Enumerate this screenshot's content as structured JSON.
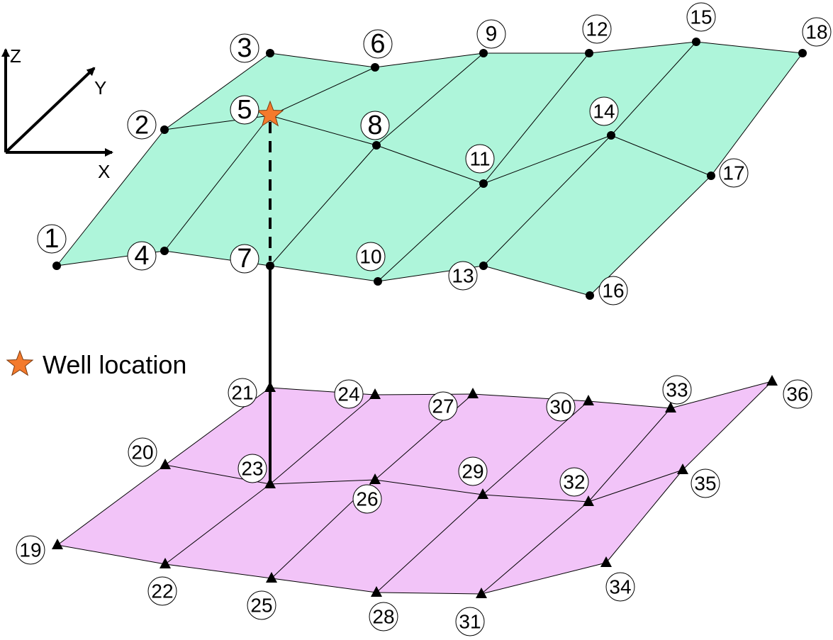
{
  "axes": {
    "z_label": "Z",
    "y_label": "Y",
    "x_label": "X"
  },
  "legend": {
    "label": "Well location",
    "icon": "star-icon",
    "color": "#f47a2c"
  },
  "colors": {
    "upper_surface": "#aef5da",
    "lower_surface": "#f2c4f8",
    "line": "#000000",
    "well_star": "#f47a2c"
  },
  "upper_nodes": [
    "1",
    "2",
    "3",
    "4",
    "5",
    "6",
    "7",
    "8",
    "9",
    "10",
    "11",
    "12",
    "13",
    "14",
    "15",
    "16",
    "17",
    "18"
  ],
  "lower_nodes": [
    "19",
    "20",
    "21",
    "22",
    "23",
    "24",
    "25",
    "26",
    "27",
    "28",
    "29",
    "30",
    "31",
    "32",
    "33",
    "34",
    "35",
    "36"
  ],
  "well": {
    "node": "5",
    "connects_to": [
      "7",
      "21",
      "23"
    ]
  }
}
